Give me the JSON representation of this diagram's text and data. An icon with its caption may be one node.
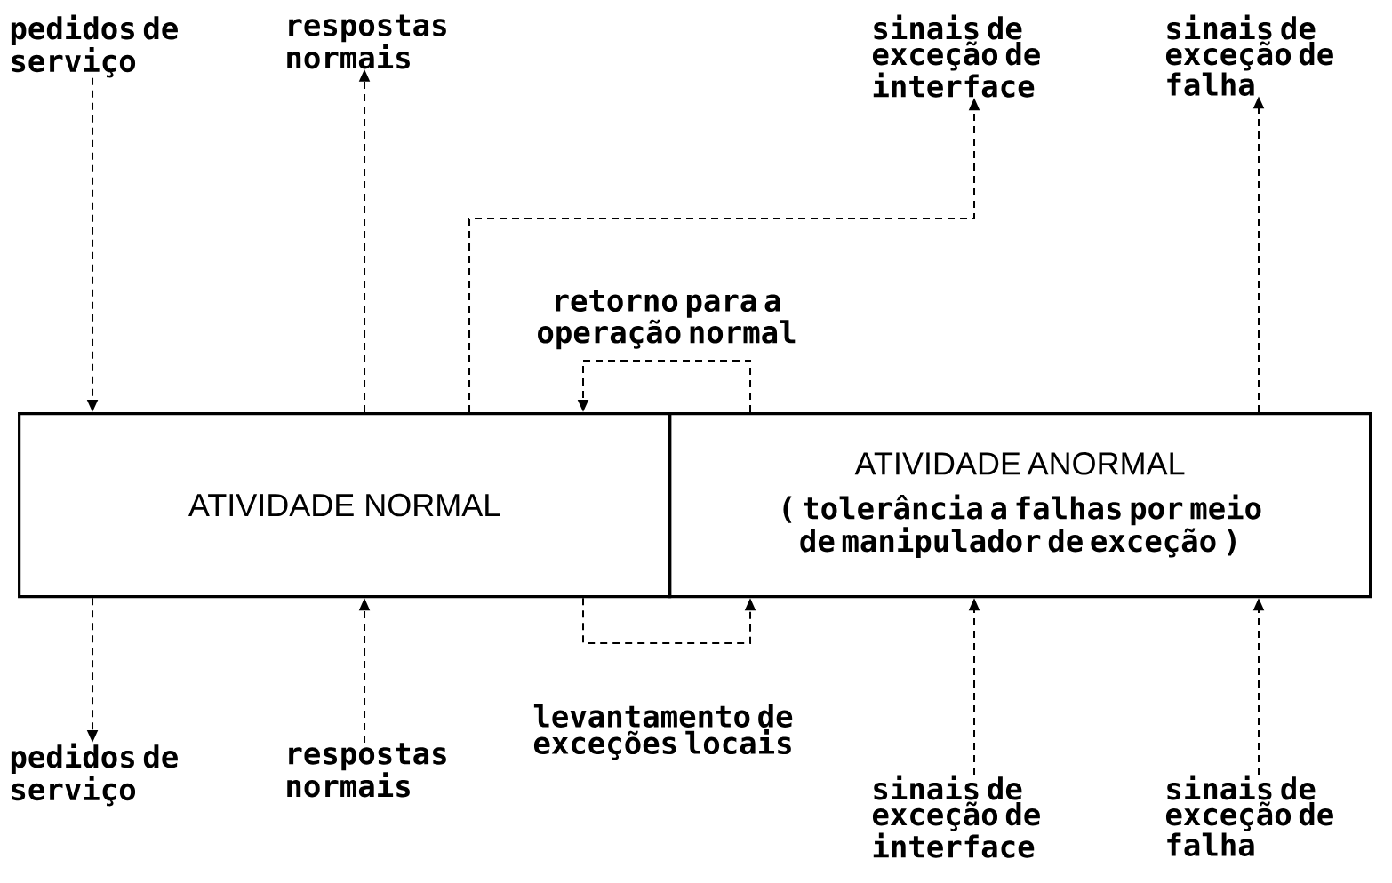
{
  "diagram": {
    "nodes": [
      {
        "text": [
          "ATIVIDADE NORMAL"
        ]
      },
      {
        "text": [
          "ATIVIDADE ANORMAL",
          "( tolerância a falhas por meio de manipulador de exceção )"
        ]
      },
      {
        "text": [
          "pedidos de serviço"
        ]
      },
      {
        "text": [
          "respostas normais"
        ]
      },
      {
        "text": [
          "sinais de exceção de interface"
        ]
      },
      {
        "text": [
          "sinais de exceção de falha"
        ]
      },
      {
        "text": [
          "pedidos de serviço"
        ]
      },
      {
        "text": [
          "respostas normais"
        ]
      },
      {
        "text": [
          "sinais de exceção de interface"
        ]
      },
      {
        "text": [
          "sinais de exceção de falha"
        ]
      }
    ],
    "edges": [
      {
        "from": 2,
        "to": 0,
        "arrow": "to"
      },
      {
        "from": 0,
        "to": 3,
        "arrow": "to"
      },
      {
        "from": 0,
        "to": 4,
        "arrow": "to"
      },
      {
        "from": 1,
        "to": 5,
        "arrow": "to"
      },
      {
        "from": 1,
        "to": 0,
        "arrow": "to",
        "label": "retorno para a operação normal"
      },
      {
        "from": 0,
        "to": 1,
        "arrow": "to",
        "label": "levantamento de exceções locais"
      },
      {
        "from": 0,
        "to": 6,
        "arrow": "to"
      },
      {
        "from": 7,
        "to": 0,
        "arrow": "to"
      },
      {
        "from": 8,
        "to": 1,
        "arrow": "to"
      },
      {
        "from": 9,
        "to": 1,
        "arrow": "to"
      }
    ]
  }
}
